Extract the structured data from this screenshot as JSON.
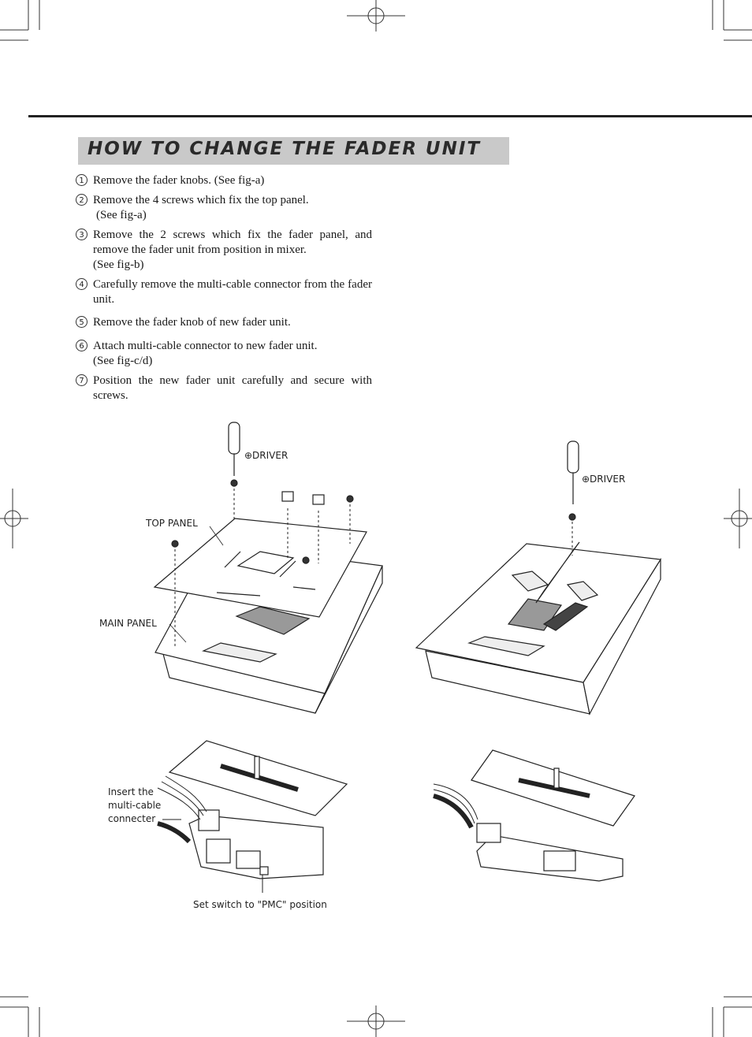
{
  "heading": "HOW TO CHANGE THE FADER UNIT",
  "steps": [
    {
      "num": "1",
      "lines": [
        "Remove the fader knobs. (See fig-a)"
      ]
    },
    {
      "num": "2",
      "lines": [
        "Remove the 4 screws which fix the top panel.",
        " (See fig-a)"
      ]
    },
    {
      "num": "3",
      "lines": [
        "Remove the 2 screws which fix the fader panel, and remove the fader unit from position in mixer.",
        "(See fig-b)"
      ]
    },
    {
      "num": "4",
      "lines": [
        "Carefully remove the multi-cable connector from the fader unit."
      ]
    },
    {
      "num": "5",
      "lines": [
        "Remove the fader knob of new fader unit."
      ]
    },
    {
      "num": "6",
      "lines": [
        "Attach multi-cable connector to new fader unit.",
        "(See fig-c/d)"
      ]
    },
    {
      "num": "7",
      "lines": [
        "Position the new fader unit carefully and secure with screws."
      ]
    }
  ],
  "figures": {
    "fig_a": {
      "driver_label": "⊕DRIVER",
      "top_panel_label": "TOP PANEL",
      "main_panel_label": "MAIN PANEL"
    },
    "fig_b": {
      "driver_label": "⊕DRIVER"
    },
    "fig_c": {
      "insert_label_1": "Insert the",
      "insert_label_2": "multi-cable",
      "insert_label_3": "connecter",
      "switch_label": "Set switch to \"PMC\" position"
    }
  }
}
